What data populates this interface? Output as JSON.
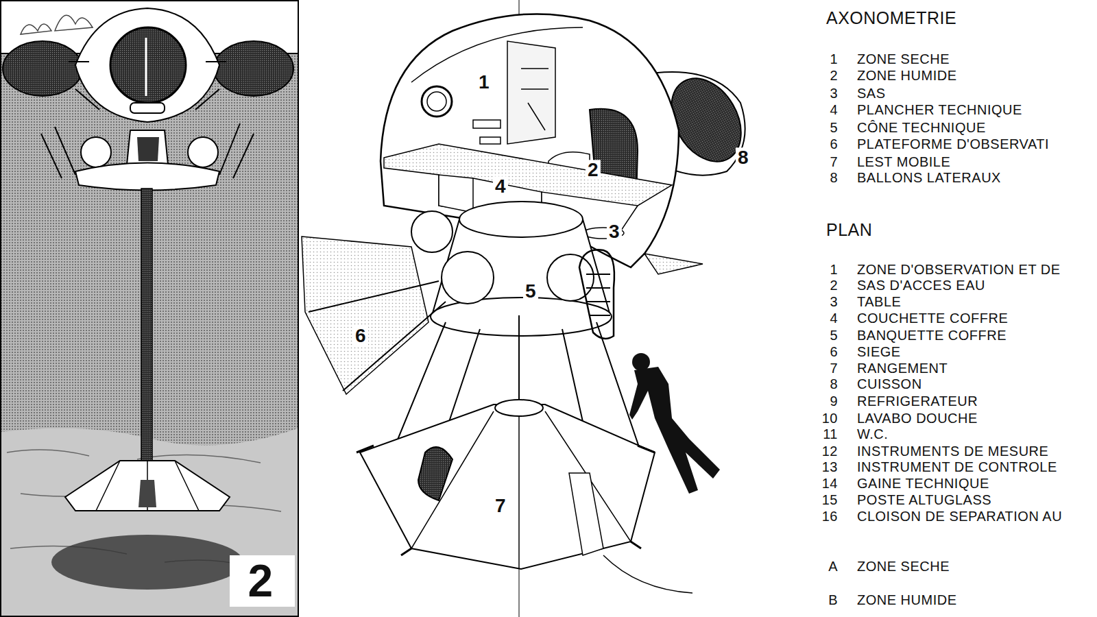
{
  "diagram": {
    "labels": [
      "2",
      "1",
      "2",
      "3",
      "4",
      "5",
      "6",
      "7",
      "8",
      "AXONOMETRIE",
      "1",
      "ZONE SECHE",
      "2",
      "ZONE HUMIDE",
      "3",
      "SAS",
      "4",
      "PLANCHER TECHNIQUE",
      "5",
      "CÔNE TECHNIQUE",
      "6",
      "PLATEFORME D'OBSERVATI",
      "7",
      "LEST MOBILE",
      "8",
      "BALLONS LATERAUX",
      "PLAN",
      "1",
      "ZONE D'OBSERVATION ET DE",
      "2",
      "SAS D'ACCES EAU",
      "3",
      "TABLE",
      "4",
      "COUCHETTE COFFRE",
      "5",
      "BANQUETTE COFFRE",
      "6",
      "SIEGE",
      "7",
      "RANGEMENT",
      "8",
      "CUISSON",
      "9",
      "REFRIGERATEUR",
      "10",
      "LAVABO DOUCHE",
      "11",
      "W.C.",
      "12",
      "INSTRUMENTS DE MESURE",
      "13",
      "INSTRUMENT DE CONTROLE",
      "14",
      "GAINE TECHNIQUE",
      "15",
      "POSTE ALTUGLASS",
      "16",
      "CLOISON DE SEPARATION AU",
      "A",
      "ZONE SECHE",
      "B",
      "ZONE HUMIDE"
    ]
  }
}
